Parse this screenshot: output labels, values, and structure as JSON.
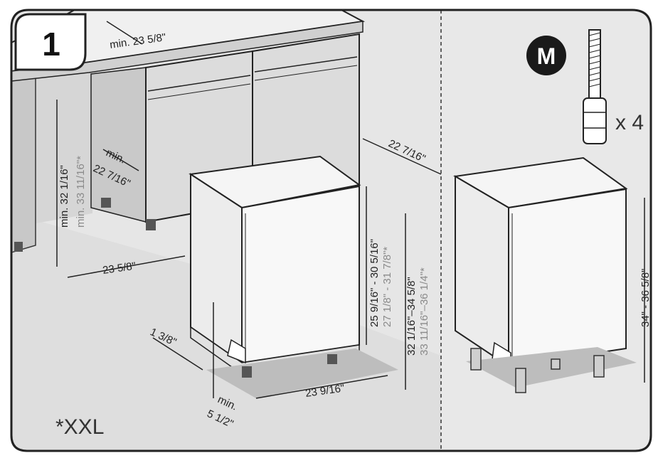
{
  "step": {
    "number": "1"
  },
  "niche": {
    "width_min": "min. 23 5/8\"",
    "height_min": "min. 32 1/16\"",
    "height_min_xxl": "min. 33 11/16\"*",
    "depth_min_line1": "min.",
    "depth_min_line2": "22 7/16\"",
    "floor_width": "23 5/8\""
  },
  "appliance": {
    "depth": "22 7/16\"",
    "height_range": "25 9/16\" - 30 5/16\"",
    "height_range_xxl": "27 1/8\" - 31 7/8\"*",
    "total_height_range": "32 1/16\"–34 5/8\"",
    "total_height_range_xxl": "33 11/16\"–36 1/4\"*",
    "toe_kick": "1 3/8\"",
    "toe_min_line1": "min.",
    "toe_min_line2": "5 1/2\"",
    "width": "23 9/16\""
  },
  "accessory": {
    "label": "M",
    "quantity": "x 4",
    "height_range": "34\" - 36 5/8\""
  },
  "footnote": "*XXL"
}
